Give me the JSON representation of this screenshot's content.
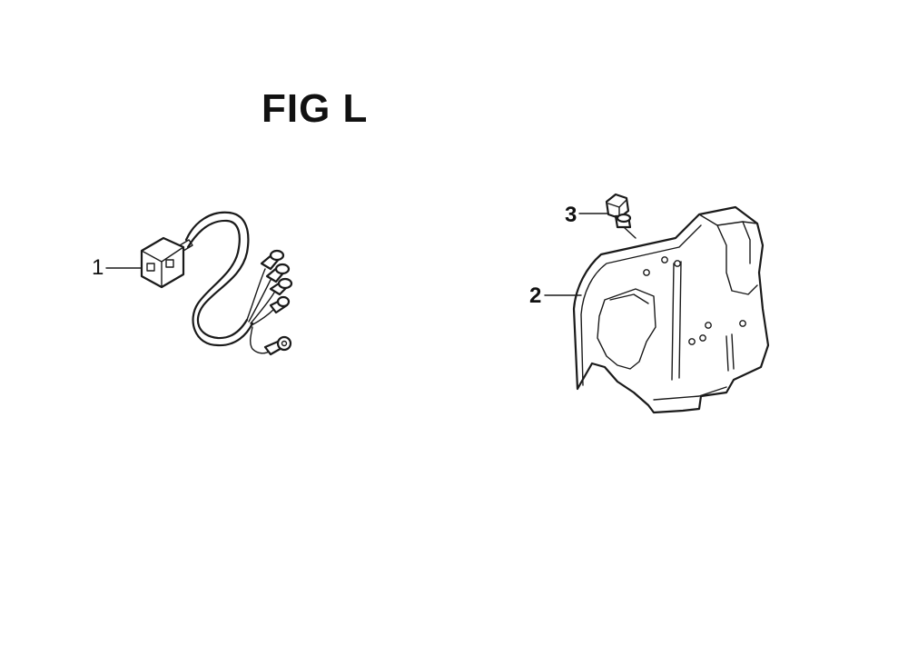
{
  "figure": {
    "title": "FIG L"
  },
  "callouts": [
    {
      "label": "1",
      "part": "wire-harness"
    },
    {
      "label": "2",
      "part": "shield-cover"
    },
    {
      "label": "3",
      "part": "bolt"
    }
  ]
}
